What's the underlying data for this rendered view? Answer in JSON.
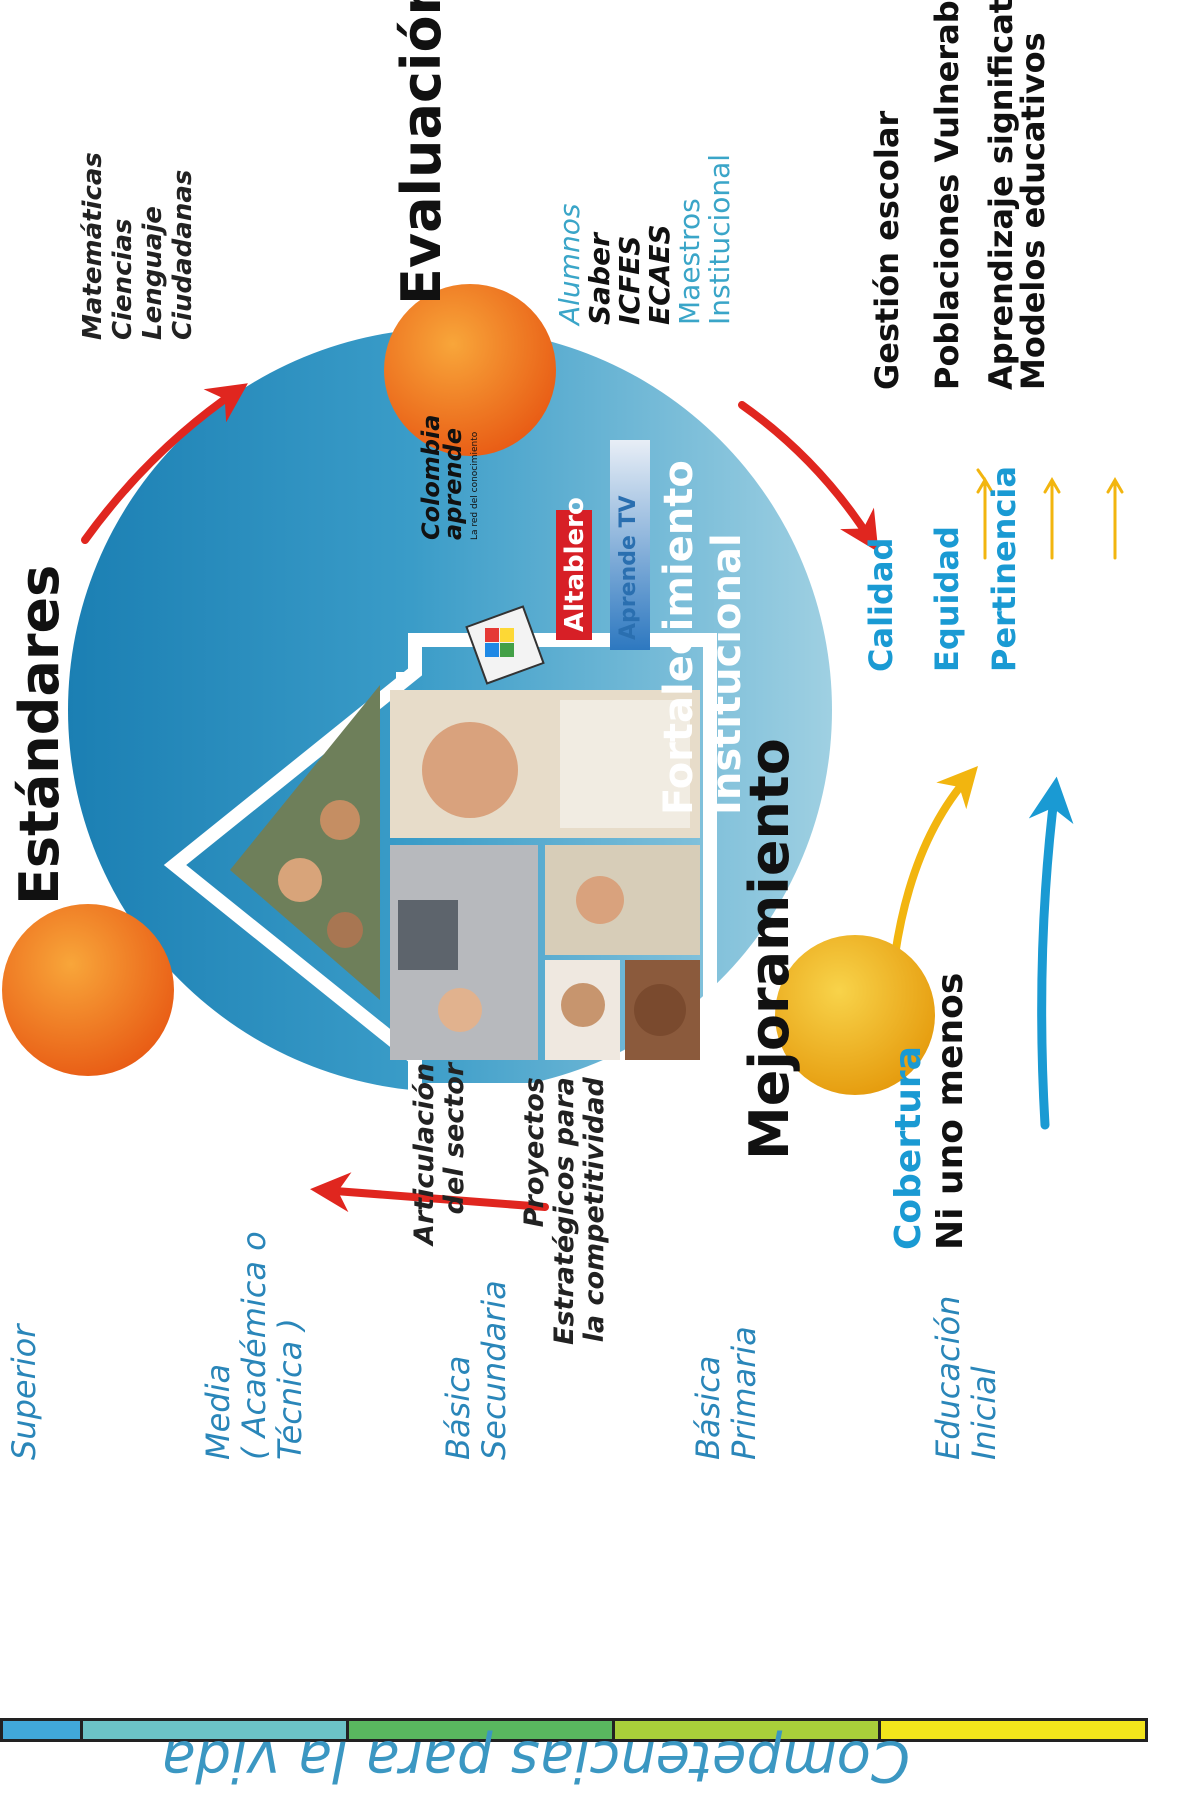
{
  "bottom_banner": "Competencias para la vida",
  "levels": [
    {
      "label": "Superior",
      "color": "#41a8d9"
    },
    {
      "label": "Media\n( Académica o\nTécnica )",
      "color": "#6cc3c6"
    },
    {
      "label": "Básica\nSecundaria",
      "color": "#59b85f"
    },
    {
      "label": "Básica\nPrimaria",
      "color": "#a9cf3a"
    },
    {
      "label": "Educación\nInicial",
      "color": "#f3e51b"
    }
  ],
  "nodes": {
    "estandares": "Estándares",
    "evaluacion": "Evaluación",
    "mejoramiento": "Mejoramiento",
    "center": "Fortalecimiento\nInstitucional"
  },
  "standards_list": "Matemáticas\nCiencias\nLenguaje\nCiudadanas",
  "eval_list": [
    {
      "text": "Alumnos",
      "style": "blue-italic"
    },
    {
      "text": "Saber",
      "style": "black-italic"
    },
    {
      "text": "ICFES",
      "style": "black-italic"
    },
    {
      "text": "ECAES",
      "style": "black-italic"
    },
    {
      "text": "Maestros",
      "style": "blue"
    },
    {
      "text": "Institucional",
      "style": "blue"
    }
  ],
  "articulacion": "Articulación\ndel sector",
  "proyectos": "Proyectos\nEstratégicos para\nla competitividad",
  "cobertura": {
    "title": "Cobertura",
    "subtitle": "Ni uno menos"
  },
  "policies": [
    {
      "key": "Calidad",
      "value": "Gestión escolar"
    },
    {
      "key": "Equidad",
      "value": "Poblaciones Vulnerables"
    },
    {
      "key": "Pertinencia",
      "value": "Aprendizaje significativo\nModelos educativos"
    }
  ],
  "logos": {
    "colombia_aprende_1": "Colombia",
    "colombia_aprende_2": "aprende",
    "colombia_aprende_sub": "La red del conocimiento",
    "altablero": "Altablero",
    "aprende_tv": "Aprende TV"
  },
  "colors": {
    "circle_light": "#9fd0e2",
    "circle_dark": "#1b7fb3",
    "orange": "#ef7a1b",
    "yellow": "#f2b50f",
    "red_arrow": "#e0261f",
    "blue_text": "#1a9ad3",
    "teal_text": "#3aa5c8",
    "banner_text": "#3b97c2",
    "level_text": "#2a86b9"
  }
}
